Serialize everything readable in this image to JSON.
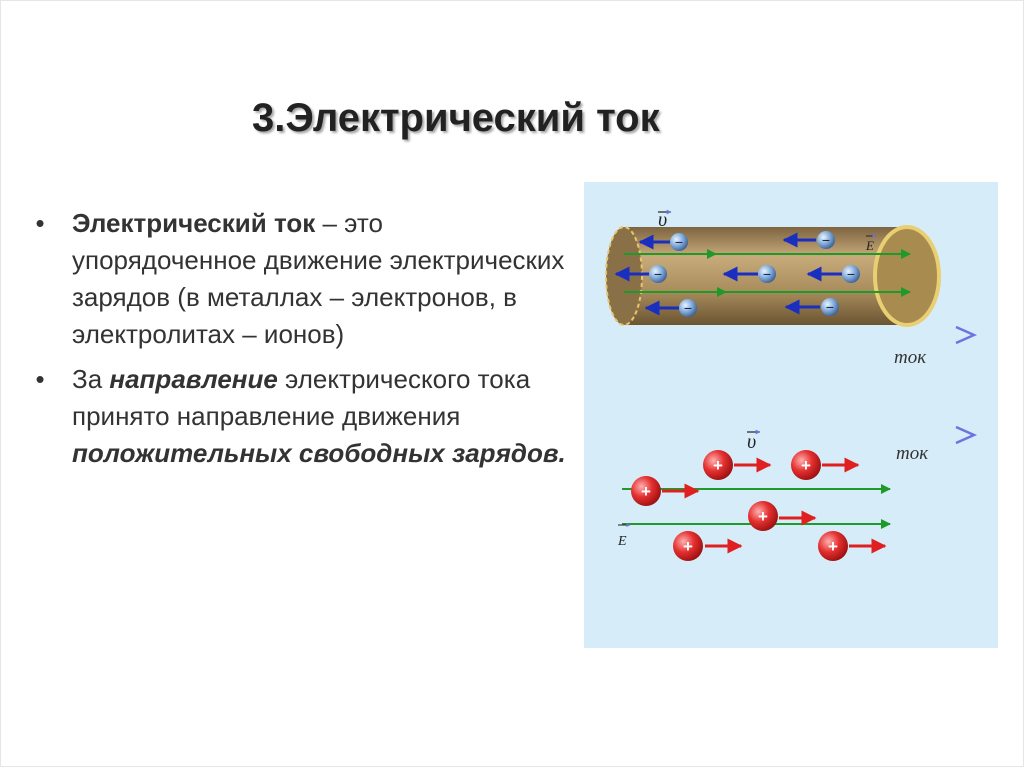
{
  "title": "3.Электрический ток",
  "bullets": [
    {
      "bullet_char": "•",
      "term": "Электрический ток",
      "text": " – это упорядоченное движение электрических зарядов (в металлах – электронов, в электролитах – ионов)"
    },
    {
      "bullet_char": "•",
      "prefix": "За ",
      "term": "направление",
      "text": " электрического тока принято направление движения ",
      "emphasis": "положительных свободных зарядов."
    }
  ],
  "diagram": {
    "top": {
      "velocity_label": "υ",
      "field_label": "E",
      "current_label": "ток",
      "charge_symbol": "−"
    },
    "bottom": {
      "velocity_label": "υ",
      "field_label": "E",
      "current_label": "ток",
      "charge_symbol": "+"
    },
    "colors": {
      "background": "#d6ecf8",
      "conductor": "#a98d5d",
      "field_arrow": "#1f9a2a",
      "electron_arrow": "#1a2ec0",
      "positive_charge": "#e02020",
      "current_arrow": "#6f72e0"
    }
  }
}
